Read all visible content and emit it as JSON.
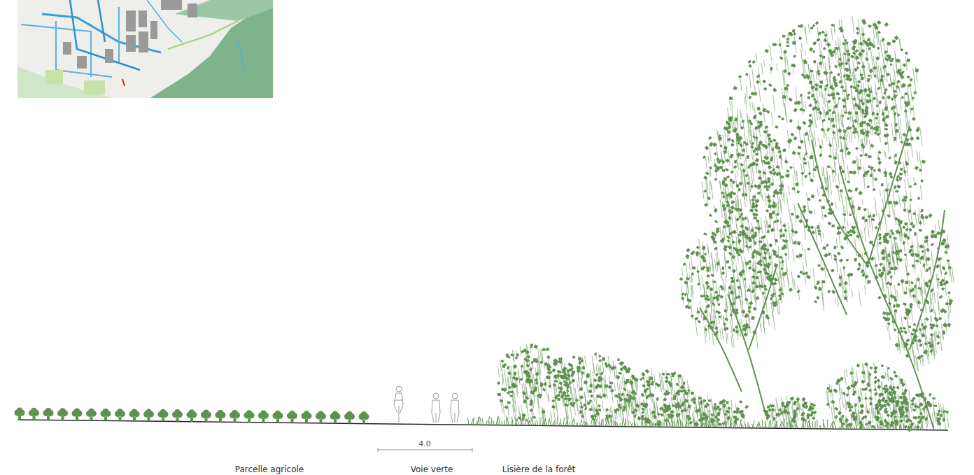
{
  "diagram": {
    "labels": [
      "4.0",
      "Parcelle agricole",
      "Voie verte",
      "Lisière de la forêt"
    ]
  }
}
